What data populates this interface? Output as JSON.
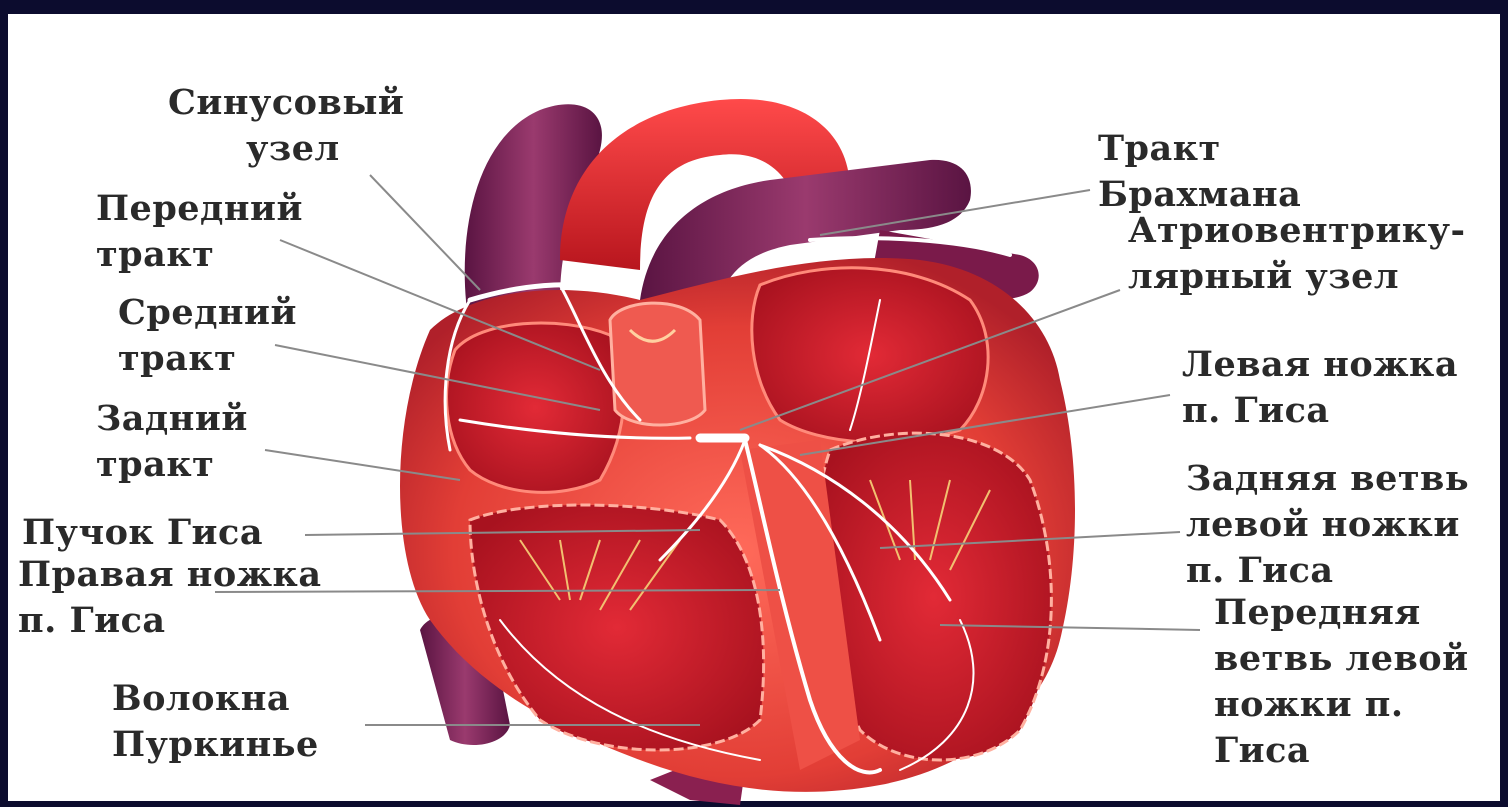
{
  "labels": {
    "sinus_node": {
      "line1": "Синусовый",
      "line2": "узел"
    },
    "anterior_tract": {
      "line1": "Передний",
      "line2": "тракт"
    },
    "middle_tract": {
      "line1": "Средний",
      "line2": "тракт"
    },
    "posterior_tract": {
      "line1": "Задний",
      "line2": "тракт"
    },
    "his_bundle": {
      "line1": "Пучок Гиса"
    },
    "right_bundle_branch": {
      "line1": "Правая ножка",
      "line2": "п. Гиса"
    },
    "purkinje_fibers": {
      "line1": "Волокна",
      "line2": "Пуркинье"
    },
    "bachmann_tract": {
      "line1": "Тракт",
      "line2": "Брахмана"
    },
    "av_node": {
      "line1": "Атриовентрику-",
      "line2": "лярный узел"
    },
    "left_bundle_branch": {
      "line1": "Левая ножка",
      "line2": "п. Гиса"
    },
    "posterior_fascicle": {
      "line1": "Задняя ветвь",
      "line2": "левой ножки",
      "line3": "п. Гиса"
    },
    "anterior_fascicle": {
      "line1": "Передняя",
      "line2": "ветвь левой",
      "line3": "ножки п.",
      "line4": "Гиса"
    }
  },
  "colors": {
    "frame": "#0c0c2e",
    "myocardium": "#e0443a",
    "chamber": "#c81e2a",
    "vessel": "#7a1e4e",
    "conduction": "#ffffff",
    "leader_line": "#8a8a8a"
  }
}
